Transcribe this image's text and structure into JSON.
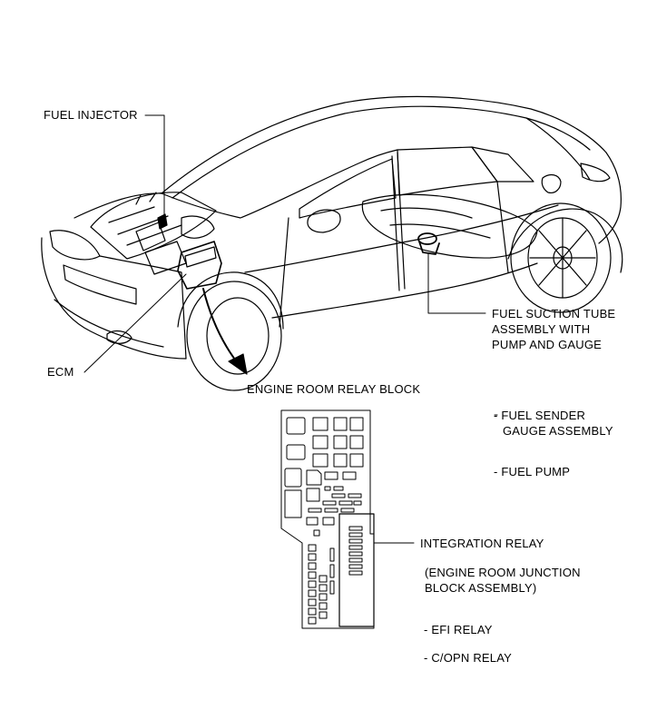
{
  "labels": {
    "fuel_injector": "FUEL INJECTOR",
    "ecm": "ECM",
    "fuel_suction_tube": [
      "FUEL SUCTION TUBE",
      "ASSEMBLY WITH",
      "PUMP AND GAUGE"
    ],
    "engine_room_relay_block": "ENGINE ROOM RELAY BLOCK",
    "fuel_sender": [
      "- FUEL SENDER",
      "GAUGE ASSEMBLY"
    ],
    "fuel_pump": "- FUEL PUMP",
    "integration_relay": "INTEGRATION RELAY",
    "junction_block": [
      "(ENGINE ROOM JUNCTION",
      "BLOCK ASSEMBLY)"
    ],
    "efi_relay": "- EFI RELAY",
    "copn_relay": "- C/OPN RELAY"
  },
  "colors": {
    "ink": "#000000",
    "paper": "#ffffff"
  }
}
